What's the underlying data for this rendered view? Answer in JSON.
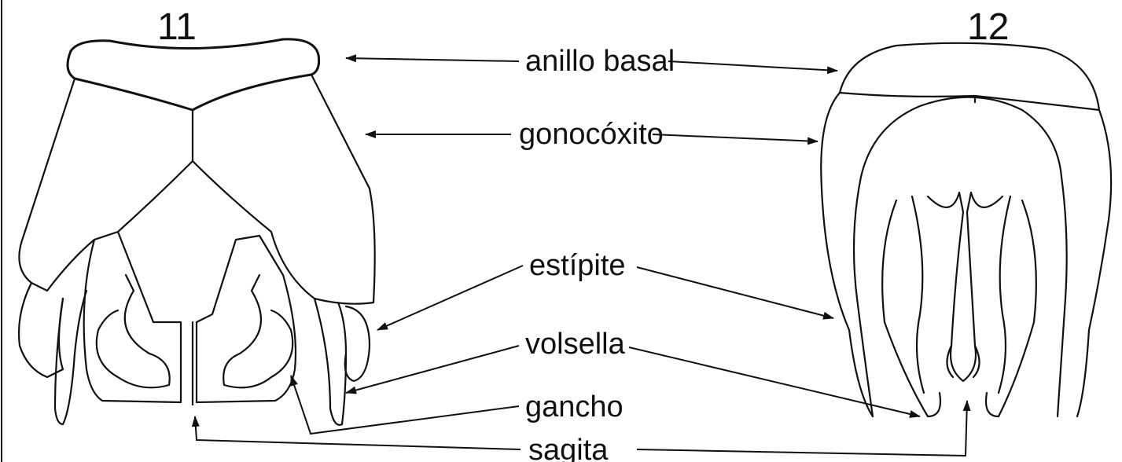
{
  "figures": [
    {
      "number": "11"
    },
    {
      "number": "12"
    }
  ],
  "labels": {
    "anillo_basal": "anillo basal",
    "gonocoxito": "gonocóxito",
    "estipite": "estípite",
    "volsella": "volsella",
    "gancho": "gancho",
    "sagita": "sagita"
  },
  "colors": {
    "ink": "#111111",
    "paper": "#ffffff"
  }
}
